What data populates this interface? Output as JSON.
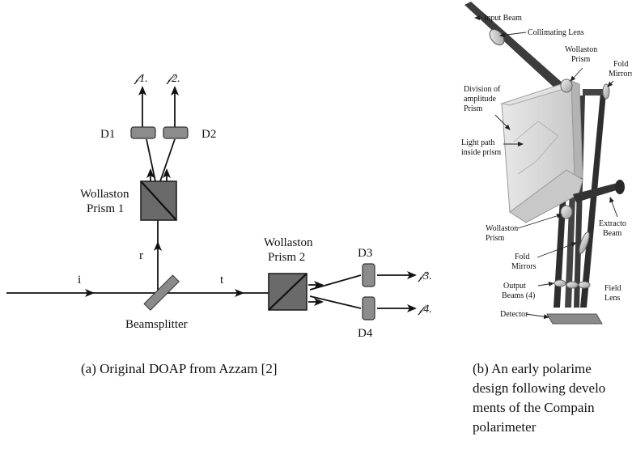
{
  "panel_a": {
    "labels": {
      "f1": "𝒻1.",
      "f2": "𝒻2.",
      "f3": "𝒻3.",
      "f4": "𝒻4.",
      "d1": "D1",
      "d2": "D2",
      "d3": "D3",
      "d4": "D4",
      "wollaston1_line1": "Wollaston",
      "wollaston1_line2": "Prism 1",
      "wollaston2_line1": "Wollaston",
      "wollaston2_line2": "Prism 2",
      "beam_i": "i",
      "beam_r": "r",
      "beam_t": "t",
      "beamsplitter": "Beamsplitter"
    },
    "caption": "(a) Original DOAP from Azzam [2]"
  },
  "panel_b": {
    "labels": {
      "input_beam": "Input Beam",
      "collimating_lens": "Collimating Lens",
      "wollaston_top_1": "Wollaston",
      "wollaston_top_2": "Prism",
      "fold_top_1": "Fold",
      "fold_top_2": "Mirrors",
      "division_1": "Division of",
      "division_2": "amplitude",
      "division_3": "Prism",
      "light_path_1": "Light path",
      "light_path_2": "inside prism",
      "extractor_1": "Extracto",
      "extractor_2": "Beam",
      "wollaston_bot_1": "Wollaston",
      "wollaston_bot_2": "Prism",
      "fold_bot_1": "Fold",
      "fold_bot_2": "Mirrors",
      "output_1": "Output",
      "output_2": "Beams (4)",
      "field_1": "Field",
      "field_2": "Lens",
      "detector": "Detector"
    },
    "caption_lines": [
      "(b) An early polarime",
      "design following develo",
      "ments of the Compain",
      "polarimeter"
    ]
  }
}
